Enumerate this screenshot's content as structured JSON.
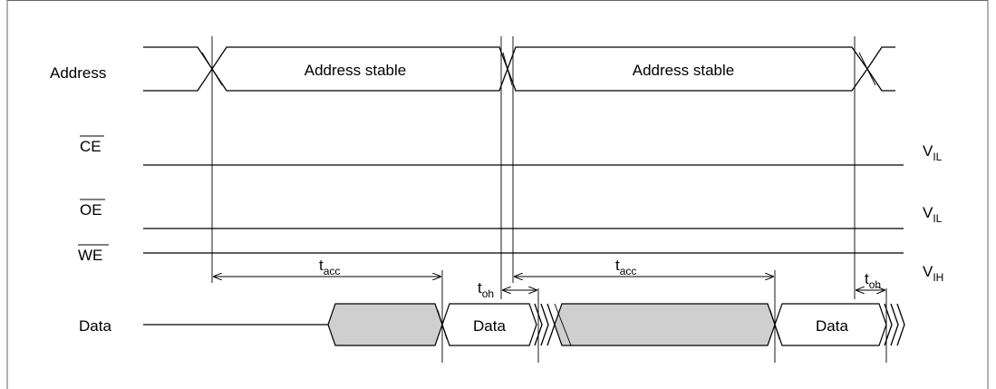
{
  "signals": {
    "address": "Address",
    "ce": "CE",
    "oe": "OE",
    "we": "WE",
    "data": "Data"
  },
  "address_segments": [
    "Address stable",
    "Address stable"
  ],
  "levels": {
    "ce": {
      "main": "V",
      "sub": "IL"
    },
    "oe": {
      "main": "V",
      "sub": "IL"
    },
    "we": {
      "main": "V",
      "sub": "IH"
    }
  },
  "timings": {
    "tacc_1": {
      "main": "t",
      "sub": "acc"
    },
    "tacc_2": {
      "main": "t",
      "sub": "acc"
    },
    "toh_1": {
      "main": "t",
      "sub": "oh"
    },
    "toh_2": {
      "main": "t",
      "sub": "oh"
    }
  },
  "data_boxes": [
    "Data",
    "Data"
  ]
}
